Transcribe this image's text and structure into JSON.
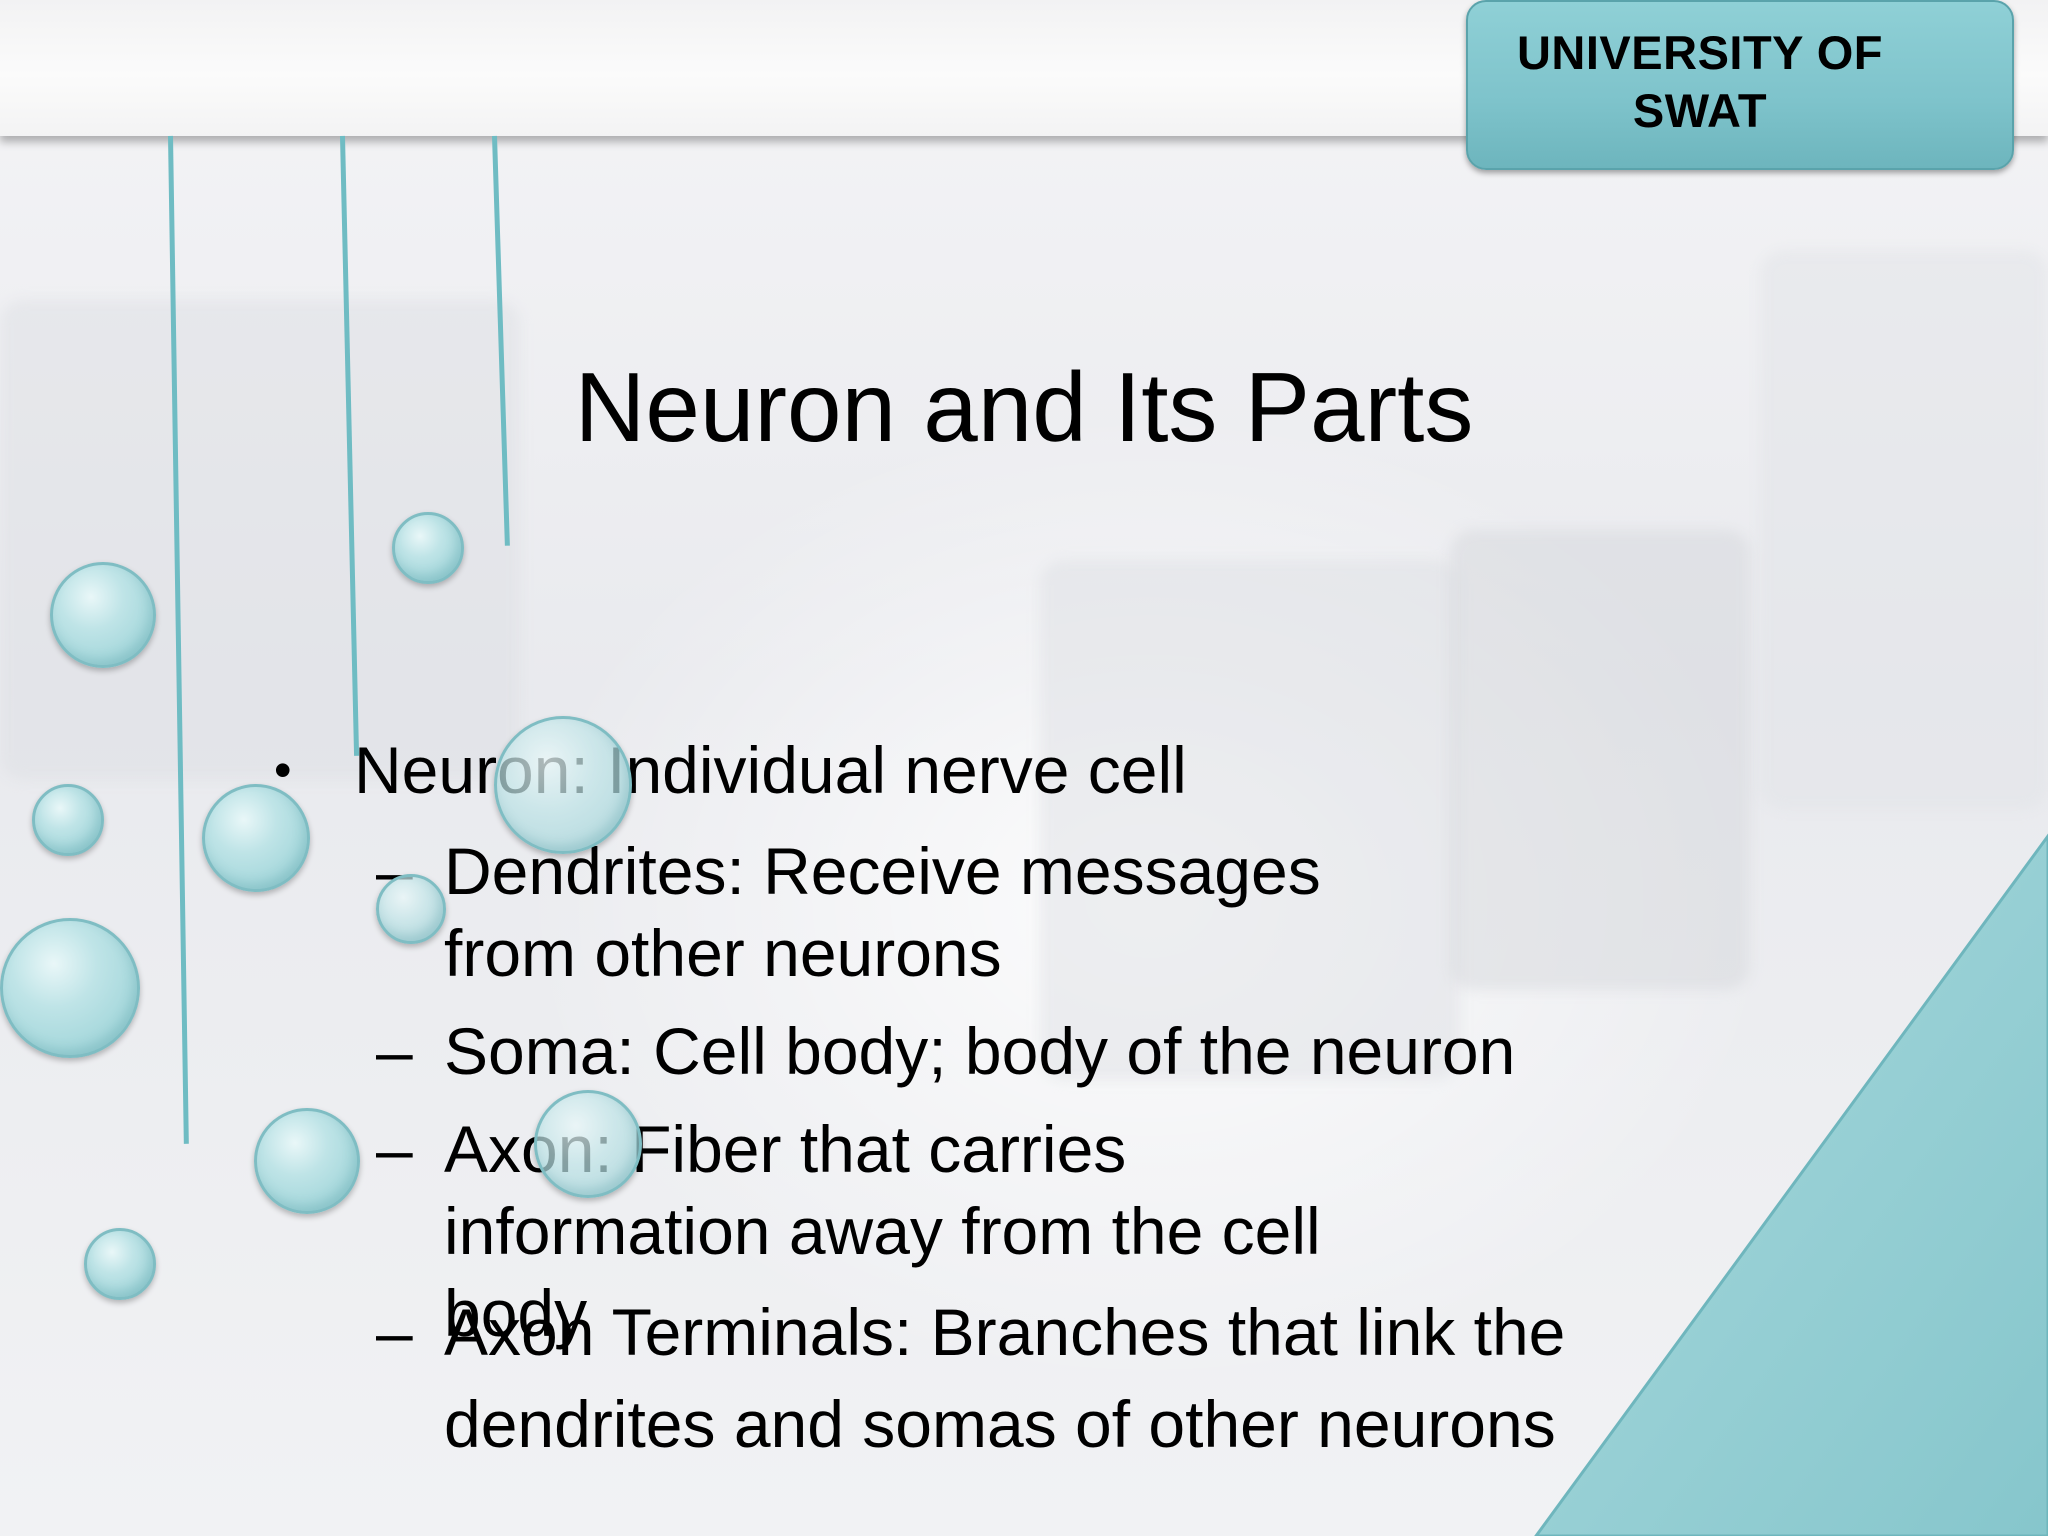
{
  "header": {
    "institution_label": "UNIVERSITY OF SWAT"
  },
  "slide": {
    "title": "Neuron and Its Parts",
    "bullet": {
      "marker": "•",
      "text": "Neuron: Individual nerve cell"
    },
    "sub_items": [
      {
        "marker": "–",
        "text": "Dendrites: Receive messages from other neurons"
      },
      {
        "marker": "–",
        "text": "Soma: Cell body; body of the neuron"
      },
      {
        "marker": "–",
        "text": "Axon: Fiber that carries information away from the cell body"
      },
      {
        "marker": "–",
        "text": "Axon Terminals: Branches that link the dendrites and somas of other neurons"
      }
    ]
  },
  "theme": {
    "accent": "#7ec3cb",
    "accent_dark": "#5aa3ab",
    "background": "#eeeff1",
    "text": "#000000"
  }
}
